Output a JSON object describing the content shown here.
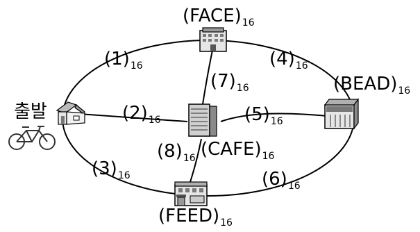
{
  "start_label": "출발",
  "nodes": {
    "face": {
      "name": "(FACE)",
      "base": "16",
      "icon": "office-building-icon"
    },
    "bead": {
      "name": "(BEAD)",
      "base": "16",
      "icon": "storefront-icon"
    },
    "cafe": {
      "name": "(CAFE)",
      "base": "16",
      "icon": "tower-building-icon"
    },
    "feed": {
      "name": "(FEED)",
      "base": "16",
      "icon": "shop-building-icon"
    },
    "start": {
      "icon": "house-icon",
      "extra_icon": "bicycle-icon"
    }
  },
  "edges": [
    {
      "label": "(1)",
      "base": "16"
    },
    {
      "label": "(2)",
      "base": "16"
    },
    {
      "label": "(3)",
      "base": "16"
    },
    {
      "label": "(4)",
      "base": "16"
    },
    {
      "label": "(5)",
      "base": "16"
    },
    {
      "label": "(6)",
      "base": "16"
    },
    {
      "label": "(7)",
      "base": "16"
    },
    {
      "label": "(8)",
      "base": "16"
    }
  ],
  "colors": {
    "line": "#000000",
    "icon_fill": "#e6e6e6",
    "icon_dark": "#7a7a7a"
  }
}
